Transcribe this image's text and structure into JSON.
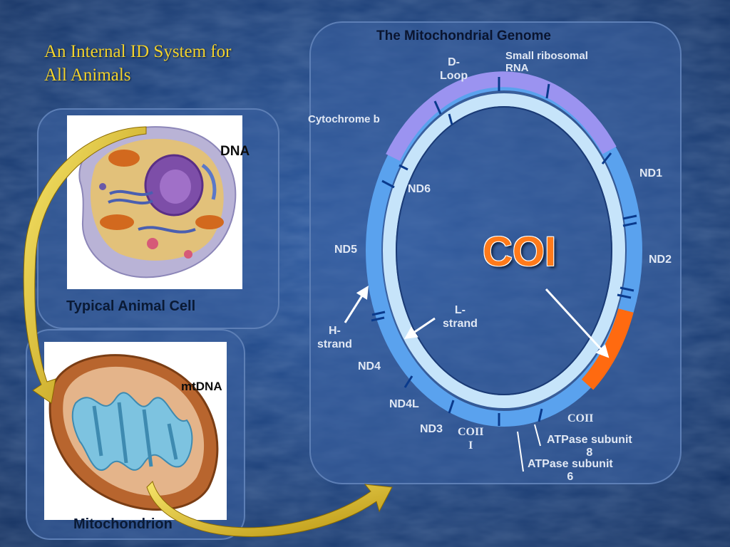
{
  "slide": {
    "title_line1": "An Internal ID System for",
    "title_line2": "All Animals"
  },
  "cell_panel": {
    "dna_label": "DNA",
    "caption": "Typical Animal Cell"
  },
  "mito_panel": {
    "mtdna_label": "mtDNA",
    "caption": "Mitochondrion"
  },
  "genome": {
    "title": "The Mitochondrial Genome",
    "highlight_gene": "COI",
    "gene_labels": {
      "d_loop_line1": "D-",
      "d_loop_line2": "Loop",
      "small_rrna_line1": "Small ribosomal",
      "small_rrna_line2": "RNA",
      "cytb": "Cytochrome b",
      "nd1": "ND1",
      "nd6": "ND6",
      "nd5": "ND5",
      "nd2": "ND2",
      "nd4": "ND4",
      "nd4l": "ND4L",
      "nd3": "ND3",
      "coiii_line1": "COII",
      "coiii_line2": "I",
      "coii": "COII",
      "atp8_line1": "ATPase subunit",
      "atp8_line2": "8",
      "atp6_line1": "ATPase subunit",
      "atp6_line2": "6"
    },
    "strands": {
      "h_line1": "H-",
      "h_line2": "strand",
      "l_line1": "L-",
      "l_line2": "strand"
    },
    "colors": {
      "outer_ring": "#5aa2ee",
      "inner_ring": "#c6e4fa",
      "purple_segment": "#9b93f0",
      "coi_segment": "#ff6a10",
      "tick": "#0a3a8c"
    }
  }
}
